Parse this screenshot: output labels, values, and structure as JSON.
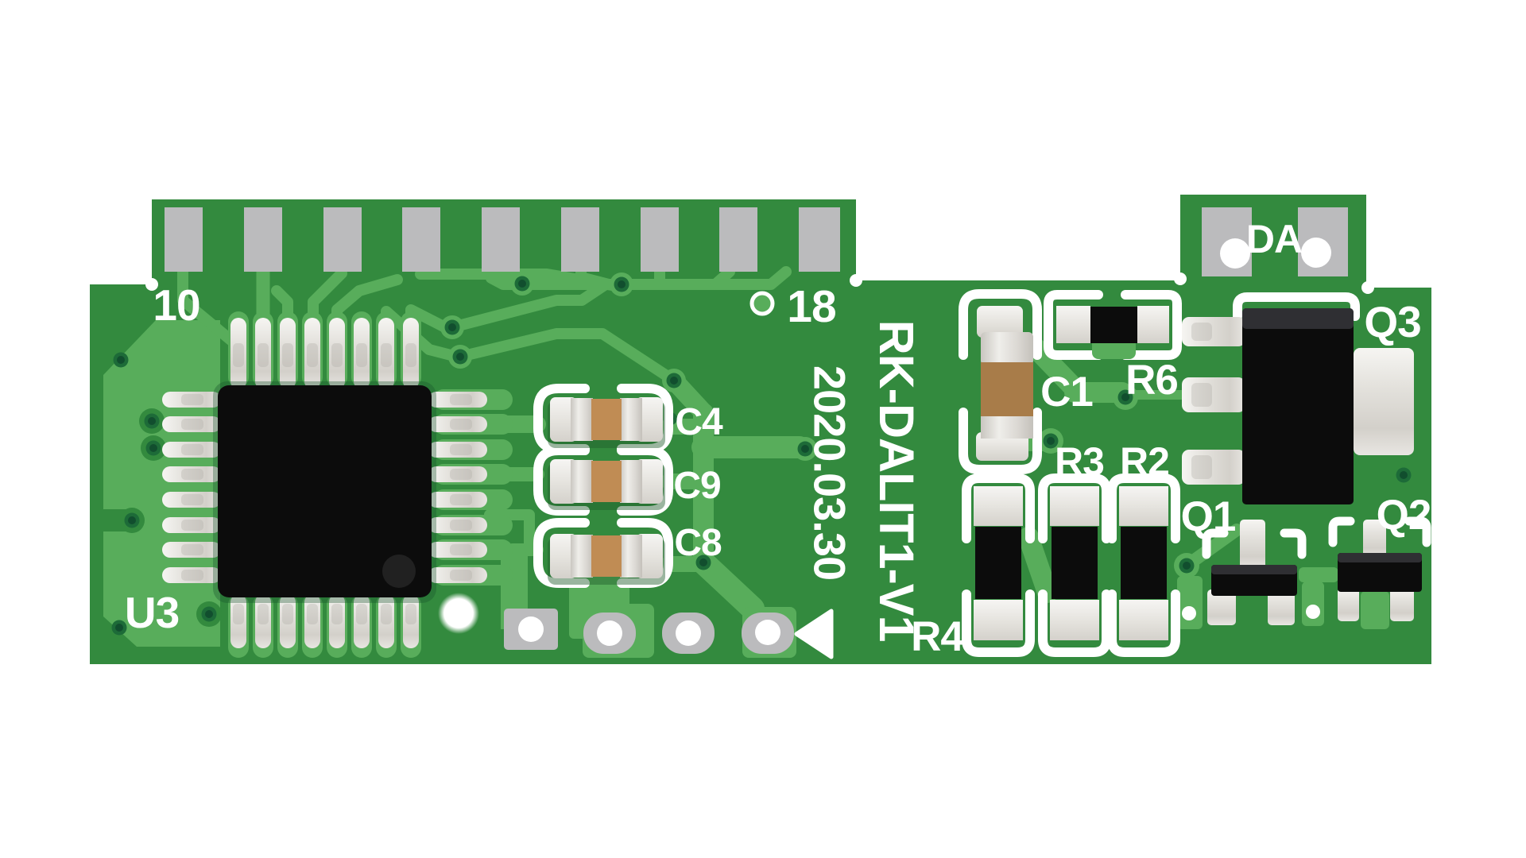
{
  "image_type": "printed circuit board module illustration",
  "labels": {
    "ref_left": "10",
    "ref_right": "18",
    "ic": "U3",
    "cap4": "C4",
    "cap9": "C9",
    "cap8": "C8",
    "cap1": "C1",
    "res6": "R6",
    "res3": "R3",
    "res2": "R2",
    "res4": "R4",
    "q1": "Q1",
    "q2": "Q2",
    "q3": "Q3",
    "connector": "DA",
    "model": "RK-DALIT1-V1",
    "date": "2020.03.30"
  },
  "colors": {
    "background": "#ffffff",
    "board_green": "#338a3e",
    "trace_green": "#58ad5b",
    "pad_gray": "#bbbbbd",
    "silkscreen_white": "#ffffff",
    "component_black": "#0c0c0c",
    "component_gray": "#2f2f33",
    "pin_silver": "#dcd9d4",
    "solder_gray": "#b7b4ae",
    "capacitor_tan": "#c08c54",
    "capacitor_brown": "#a87c49",
    "via_dark": "#1d6b38",
    "via_hole": "#114e2e"
  }
}
